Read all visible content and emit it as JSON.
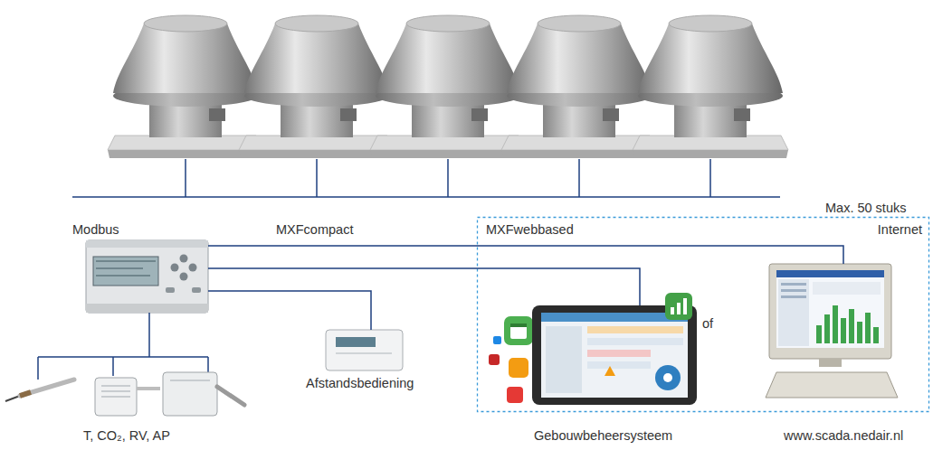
{
  "diagram": {
    "nodes": [
      {
        "text": [
          "Modbus"
        ]
      },
      {
        "text": [
          "MXFwebbased",
          "Internet"
        ]
      },
      {
        "text": [
          "Gebouwbeheersysteem"
        ],
        "in": 1
      },
      {
        "text": [
          "www.scada.nedair.nl"
        ],
        "in": 1
      },
      {
        "text": [
          "Afstandsbediening"
        ]
      },
      {
        "text": [
          "T, CO₂, RV, AP"
        ]
      }
    ],
    "edges": [
      {
        "from": 0,
        "to": 3,
        "arrow": "none"
      },
      {
        "from": 0,
        "to": 2,
        "arrow": "none"
      },
      {
        "from": 0,
        "to": 4,
        "arrow": "none"
      },
      {
        "from": 0,
        "to": 5,
        "arrow": "none"
      }
    ],
    "labels": [
      "Max. 50 stuks",
      "MXFcompact",
      "of"
    ]
  }
}
